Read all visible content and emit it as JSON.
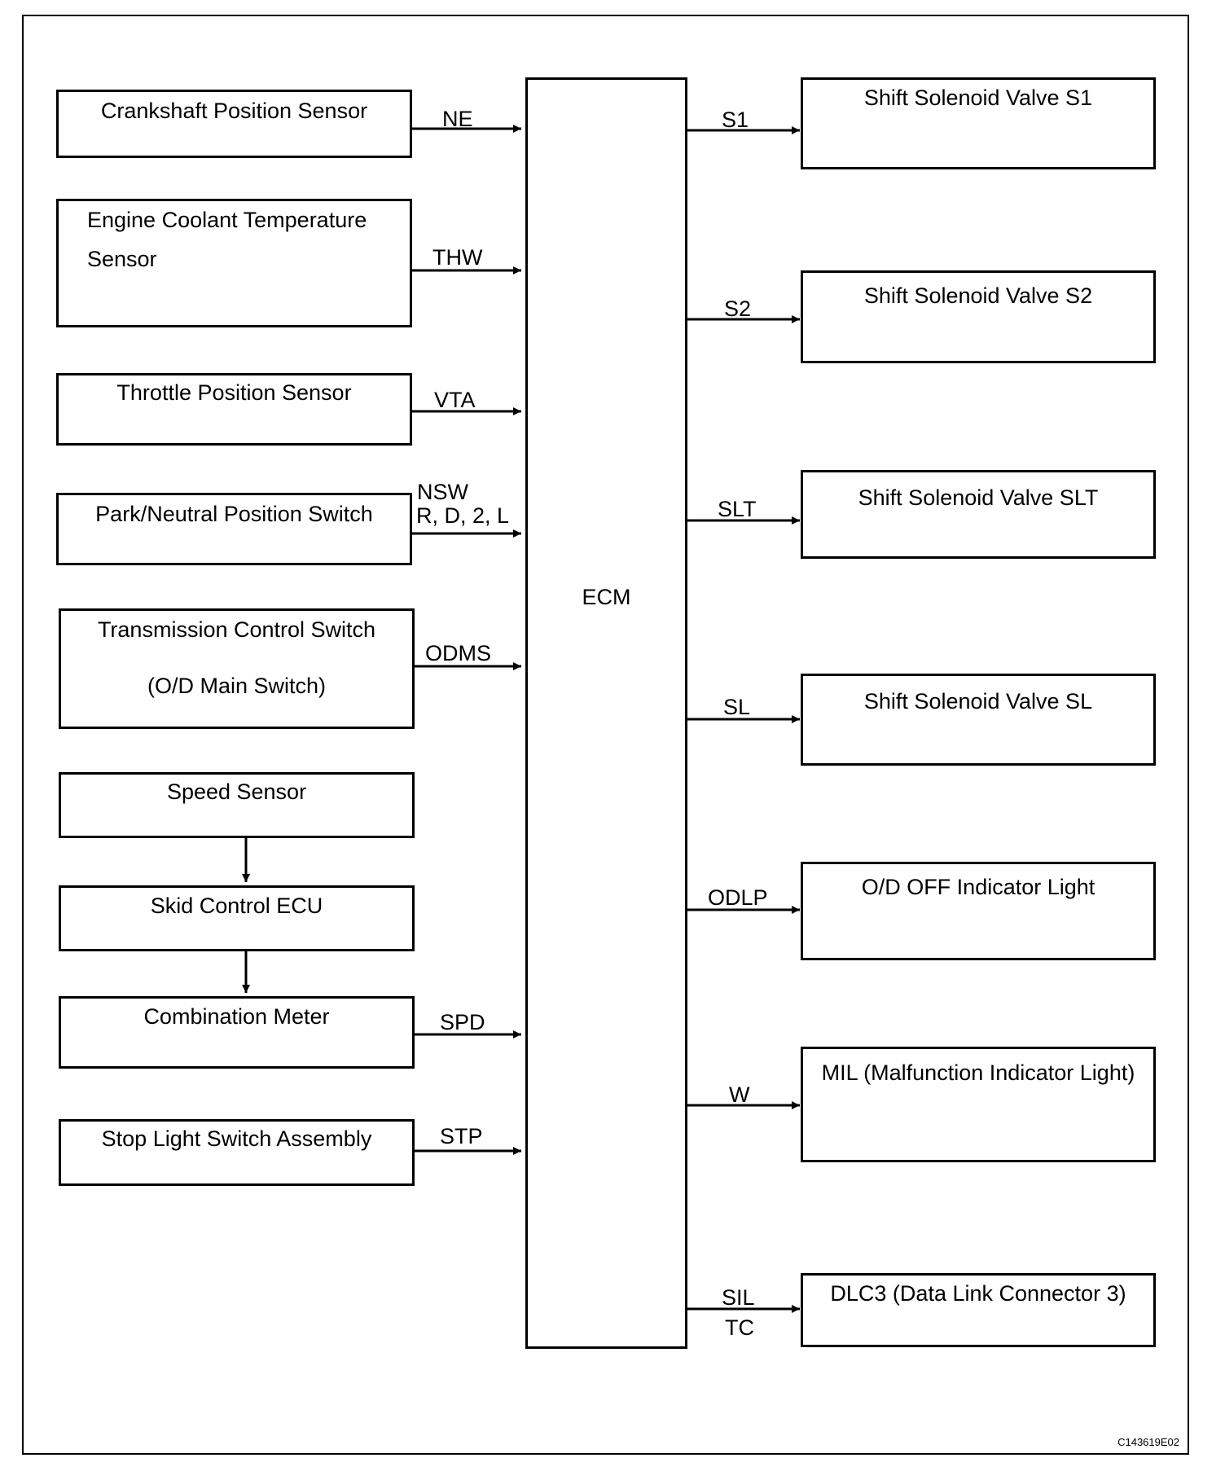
{
  "ecm": {
    "label": "ECM"
  },
  "inputs": [
    {
      "id": "crankshaft",
      "label": "Crankshaft Position Sensor",
      "signal": "NE"
    },
    {
      "id": "coolant",
      "label_line1": "Engine Coolant Temperature",
      "label_line2": "Sensor",
      "signal": "THW"
    },
    {
      "id": "throttle",
      "label": "Throttle Position Sensor",
      "signal": "VTA"
    },
    {
      "id": "park-neutral",
      "label": "Park/Neutral Position Switch",
      "signal_line1": "NSW",
      "signal_line2": "R, D, 2, L"
    },
    {
      "id": "transmission",
      "label_line1": "Transmission Control Switch",
      "label_line2": "(O/D Main Switch)",
      "signal": "ODMS"
    },
    {
      "id": "speed",
      "label": "Speed Sensor"
    },
    {
      "id": "skid",
      "label": "Skid Control ECU"
    },
    {
      "id": "combination",
      "label": "Combination Meter",
      "signal": "SPD"
    },
    {
      "id": "stoplight",
      "label": "Stop Light Switch Assembly",
      "signal": "STP"
    }
  ],
  "outputs": [
    {
      "id": "s1",
      "label": "Shift Solenoid Valve S1",
      "signal": "S1"
    },
    {
      "id": "s2",
      "label": "Shift Solenoid Valve S2",
      "signal": "S2"
    },
    {
      "id": "slt",
      "label": "Shift Solenoid Valve SLT",
      "signal": "SLT"
    },
    {
      "id": "sl",
      "label": "Shift Solenoid Valve SL",
      "signal": "SL"
    },
    {
      "id": "odoff",
      "label": "O/D OFF Indicator Light",
      "signal": "ODLP"
    },
    {
      "id": "mil",
      "label": "MIL (Malfunction Indicator Light)",
      "signal": "W"
    },
    {
      "id": "dlc3",
      "label": "DLC3 (Data Link Connector 3)",
      "signal_line1": "SIL",
      "signal_line2": "TC"
    }
  ],
  "figure_code": "C143619E02"
}
